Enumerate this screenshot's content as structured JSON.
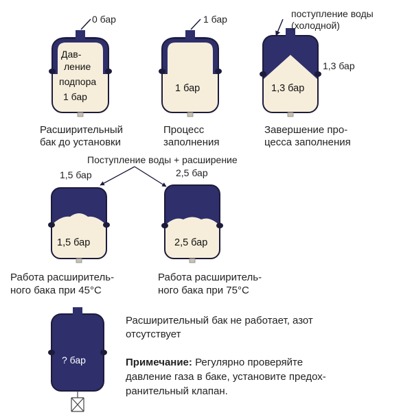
{
  "colors": {
    "water": "#2e2f6b",
    "gas": "#f6eedb",
    "outline": "#1c1b3a",
    "background": "#ffffff"
  },
  "tanks": [
    {
      "id": "before-install",
      "top_pressure": "0 бар",
      "inner": [
        "Дав-",
        "ление",
        "подпора",
        "1 бар"
      ],
      "caption": [
        "Расширительный",
        "бак до установки"
      ]
    },
    {
      "id": "filling",
      "top_pressure": "1 бар",
      "inner": [
        "1 бар"
      ],
      "caption": [
        "Процесс",
        "заполнения"
      ]
    },
    {
      "id": "filled",
      "top_label": [
        "поступление воды",
        "(холодной)"
      ],
      "side_pressure": "1,3 бар",
      "inner": [
        "1,3 бар"
      ],
      "caption": [
        "Завершение про-",
        "цесса заполнения"
      ]
    },
    {
      "id": "work-45",
      "top_pressure": "1,5 бар",
      "inner": [
        "1,5 бар"
      ],
      "caption": [
        "Работа расширитель-",
        "ного бака при 45°C"
      ]
    },
    {
      "id": "work-75",
      "top_pressure": "2,5 бар",
      "inner": [
        "2,5 бар"
      ],
      "caption": [
        "Работа расширитель-",
        "ного бака при 75°C"
      ]
    },
    {
      "id": "failed",
      "inner": [
        "? бар"
      ]
    }
  ],
  "shared_label": "Поступление воды + расширение",
  "failed_text": [
    "Расширительный бак не работает, азот",
    "отсутствует"
  ],
  "note": {
    "title": "Примечание:",
    "line1": " Регулярно проверяйте",
    "line2": "давление газа в баке, установите предох-",
    "line3": "ранительный клапан."
  }
}
